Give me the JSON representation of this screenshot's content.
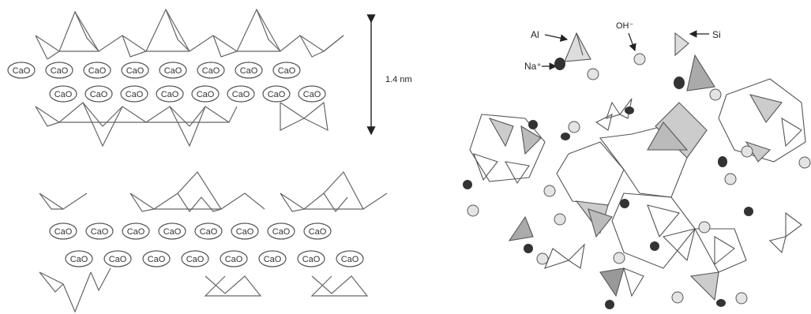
{
  "left_panel": {
    "tobermorite_unit": "CaO",
    "spacing_label": "1.4 nm",
    "top_layer": {
      "cao_row1_count": 8,
      "cao_row2_count": 8
    },
    "bottom_layer": {
      "cao_row1_count": 8,
      "cao_row2_count": 8
    }
  },
  "right_panel": {
    "labels": {
      "al": "Al",
      "oh": "OH⁻",
      "si": "Si",
      "na": "Na⁺"
    }
  }
}
